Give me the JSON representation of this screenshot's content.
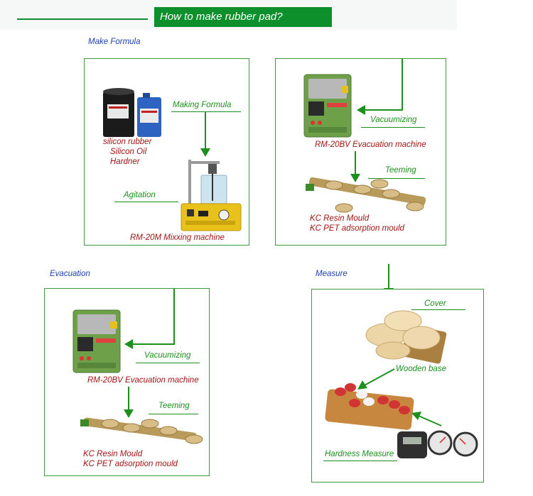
{
  "header": {
    "title": "How to make rubber pad?"
  },
  "sections": {
    "formula": "Make Formula",
    "evacuation": "Evacuation",
    "measure": "Measure"
  },
  "panel1": {
    "making_formula": "Making Formula",
    "ingredients": [
      "silicon rubber",
      "Silicon Oil",
      "Hardner"
    ],
    "agitation": "Agitation",
    "mixer": "RM-20M Mixxing machine"
  },
  "panel2": {
    "vacuumizing": "Vacuumizing",
    "machine": "RM-20BV Evacuation machine",
    "teeming": "Teeming",
    "moulds": [
      "KC Resin Mould",
      "KC PET adsorption mould"
    ]
  },
  "panel3": {
    "vacuumizing": "Vacuumizing",
    "machine": "RM-20BV Evacuation machine",
    "teeming": "Teeming",
    "moulds": [
      "KC Resin Mould",
      "KC PET adsorption mould"
    ]
  },
  "panel4": {
    "cover": "Cover",
    "wooden_base": "Wooden base",
    "hardness": "Hardness Measure"
  },
  "colors": {
    "brand_green": "#0d8f2b",
    "label_green": "#1d8f1d",
    "label_red": "#a11414",
    "section_blue": "#1f3ea8"
  }
}
